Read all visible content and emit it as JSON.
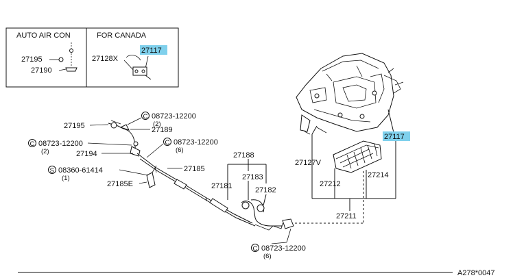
{
  "inset": {
    "left_title": "AUTO AIR CON",
    "right_title": "FOR CANADA",
    "parts_left": [
      "27195",
      "27190"
    ],
    "parts_right": [
      "27128X",
      "27117"
    ]
  },
  "labels": {
    "p27188": "27188",
    "p27183": "27183",
    "p27181": "27181",
    "p27182": "27182",
    "p27185": "27185",
    "p27185e": "27185E",
    "p27195": "27195",
    "p27189": "27189",
    "p27194": "27194",
    "p27117": "27117",
    "p27127v": "27127V",
    "p27212": "27212",
    "p27214": "27214",
    "p27211": "27211"
  },
  "bolts": {
    "b1": {
      "sym": "C",
      "code": "08723-12200",
      "qty": "(2)"
    },
    "b2": {
      "sym": "C",
      "code": "08723-12200",
      "qty": "(2)"
    },
    "b3": {
      "sym": "C",
      "code": "08723-12200",
      "qty": "(6)"
    },
    "b4": {
      "sym": "S",
      "code": "08360-61414",
      "qty": "(1)"
    },
    "b5": {
      "sym": "C",
      "code": "08723-12200",
      "qty": "(6)"
    }
  },
  "footer": {
    "code": "A278*0047"
  },
  "colors": {
    "highlight": "#7fd0ec",
    "line": "#111111"
  }
}
